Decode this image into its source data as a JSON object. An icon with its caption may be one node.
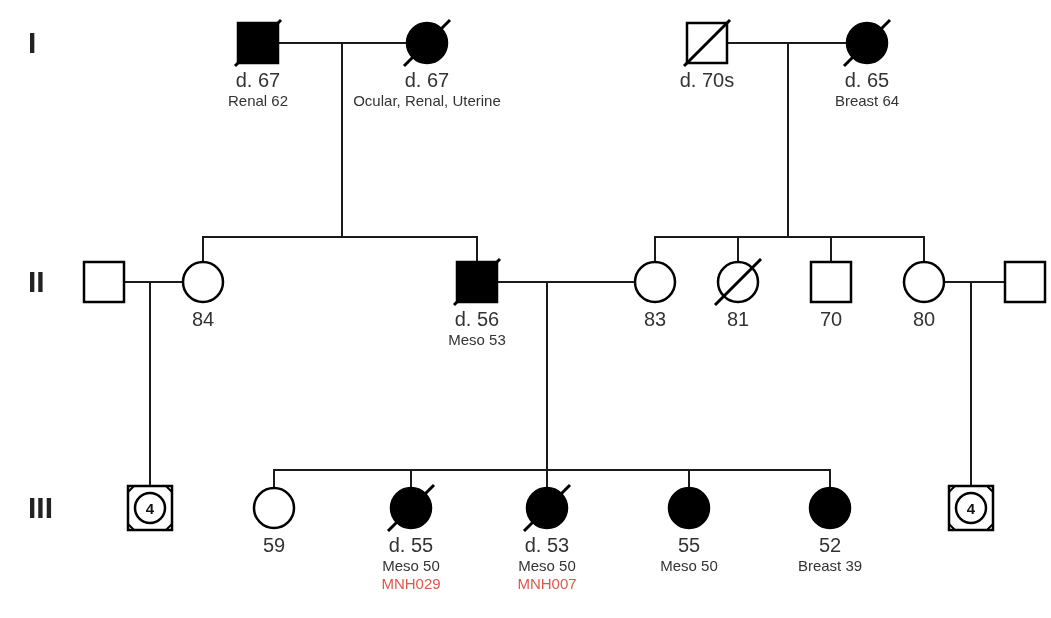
{
  "diagram": {
    "nodes": [
      {
        "text": [],
        "shape": "box",
        "beside": [
          "d. 67",
          "Renal 62"
        ]
      },
      {
        "text": [],
        "shape": "circle",
        "beside": [
          "d. 67",
          "Ocular, Renal, Uterine"
        ]
      },
      {
        "text": [],
        "shape": "box",
        "beside": [
          "d. 70s"
        ]
      },
      {
        "text": [],
        "shape": "circle",
        "beside": [
          "d. 65",
          "Breast 64"
        ]
      },
      {
        "text": [],
        "shape": "box"
      },
      {
        "text": [],
        "shape": "circle",
        "beside": [
          "84"
        ]
      },
      {
        "text": [],
        "shape": "box",
        "beside": [
          "d. 56",
          "Meso 53"
        ]
      },
      {
        "text": [],
        "shape": "circle",
        "beside": [
          "83"
        ]
      },
      {
        "text": [],
        "shape": "circle",
        "beside": [
          "81"
        ]
      },
      {
        "text": [],
        "shape": "box",
        "beside": [
          "70"
        ]
      },
      {
        "text": [],
        "shape": "circle",
        "beside": [
          "80"
        ]
      },
      {
        "text": [],
        "shape": "box"
      },
      {
        "text": [
          "4"
        ]
      },
      {
        "text": [],
        "shape": "circle",
        "beside": [
          "59"
        ]
      },
      {
        "text": [],
        "shape": "circle",
        "beside": [
          "d. 55",
          "Meso 50",
          "MNH029"
        ]
      },
      {
        "text": [],
        "shape": "circle",
        "beside": [
          "d. 53",
          "Meso 50",
          "MNH007"
        ]
      },
      {
        "text": [],
        "shape": "circle",
        "beside": [
          "55",
          "Meso 50"
        ]
      },
      {
        "text": [],
        "shape": "circle",
        "beside": [
          "52",
          "Breast 39"
        ]
      },
      {
        "text": [
          "4"
        ]
      }
    ],
    "edges": [
      {
        "from": 0,
        "to": 1,
        "arrow": "none"
      },
      {
        "from": 2,
        "to": 3,
        "arrow": "none"
      },
      {
        "from": null,
        "to": 5,
        "arrow": "none"
      },
      {
        "from": null,
        "to": 6,
        "arrow": "none"
      },
      {
        "from": null,
        "to": 7,
        "arrow": "none"
      },
      {
        "from": null,
        "to": 8,
        "arrow": "none"
      },
      {
        "from": null,
        "to": 9,
        "arrow": "none"
      },
      {
        "from": null,
        "to": 10,
        "arrow": "none"
      },
      {
        "from": 4,
        "to": 5,
        "arrow": "none"
      },
      {
        "from": 6,
        "to": 7,
        "arrow": "none"
      },
      {
        "from": 10,
        "to": 11,
        "arrow": "none"
      },
      {
        "from": null,
        "to": 12,
        "arrow": "none"
      },
      {
        "from": null,
        "to": 13,
        "arrow": "none"
      },
      {
        "from": null,
        "to": 14,
        "arrow": "none"
      },
      {
        "from": null,
        "to": 15,
        "arrow": "none"
      },
      {
        "from": null,
        "to": 16,
        "arrow": "none"
      },
      {
        "from": null,
        "to": 17,
        "arrow": "none"
      },
      {
        "from": null,
        "to": 18,
        "arrow": "none"
      }
    ],
    "labels": [
      "I",
      "II",
      "III"
    ]
  }
}
